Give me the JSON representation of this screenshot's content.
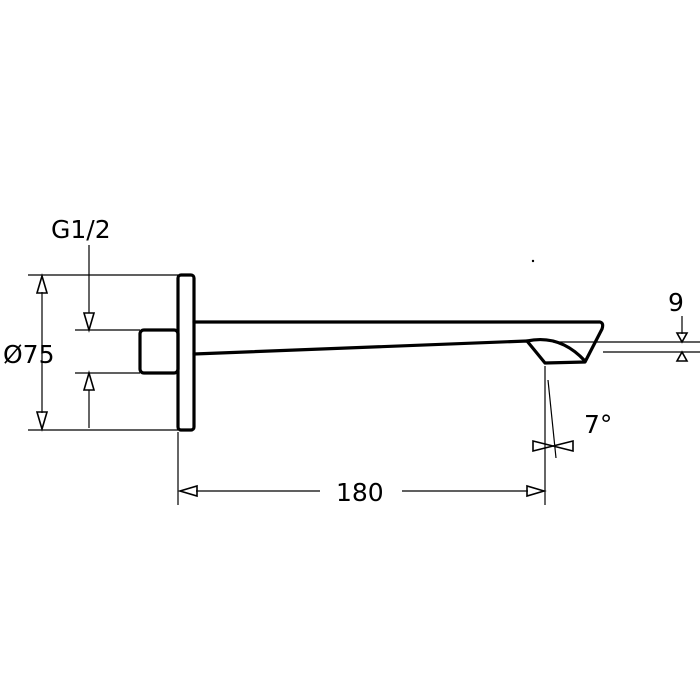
{
  "drawing": {
    "labels": {
      "thread": "G1/2",
      "flange_diameter": "Ø75",
      "projection": "180",
      "outlet_height": "9",
      "outlet_angle": "7°"
    }
  }
}
